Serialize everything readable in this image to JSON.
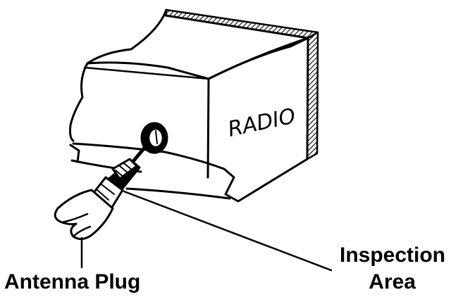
{
  "diagram": {
    "device_text": "RADIO",
    "labels": {
      "antenna_plug": "Antenna Plug",
      "inspection_line1": "Inspection",
      "inspection_line2": "Area"
    },
    "colors": {
      "ink": "#000000",
      "paper": "#ffffff"
    }
  }
}
